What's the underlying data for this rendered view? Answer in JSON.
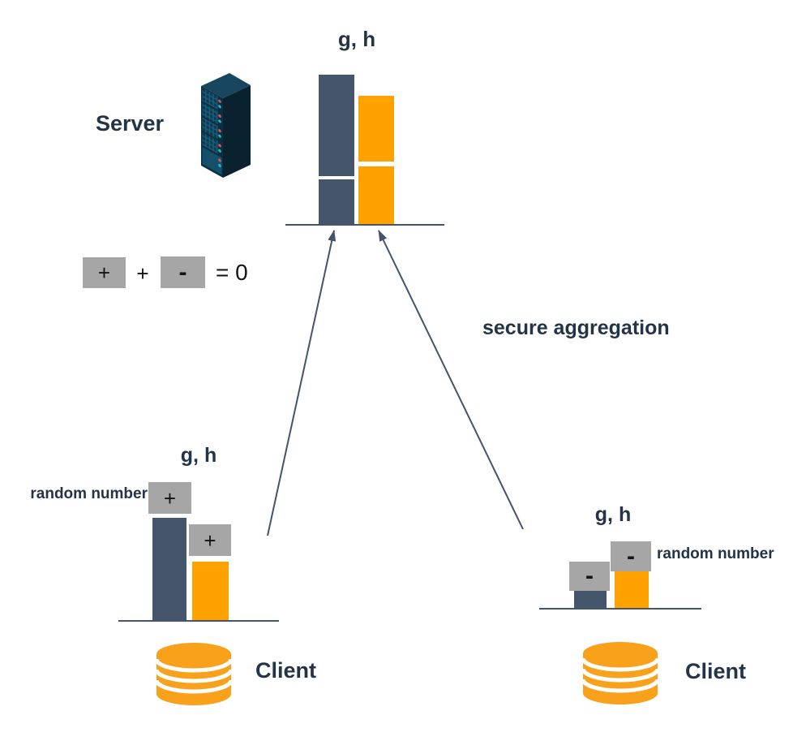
{
  "colors": {
    "g_bar_navy": "#45566C",
    "h_bar_orange": "#FFA200",
    "mask_gray": "#A6A6A6",
    "heading_navy": "#243447",
    "line_slate": "#44546A",
    "database_orange": "#F9A11B"
  },
  "icons": {
    "server": "server-rack-icon",
    "client": "database-icon"
  },
  "server": {
    "bars_title": "g, h",
    "label": "Server"
  },
  "equation": {
    "positive_mask": "+",
    "operator": "+",
    "negative_mask": "-",
    "result": "= 0"
  },
  "secure_aggregation_label": "secure aggregation",
  "left_client": {
    "bars_title": "g, h",
    "random_number_label": "random number",
    "mask_signs": [
      "+",
      "+"
    ],
    "label": "Client"
  },
  "right_client": {
    "bars_title": "g, h",
    "random_number_label": "random number",
    "mask_signs": [
      "-",
      "-"
    ],
    "label": "Client"
  }
}
